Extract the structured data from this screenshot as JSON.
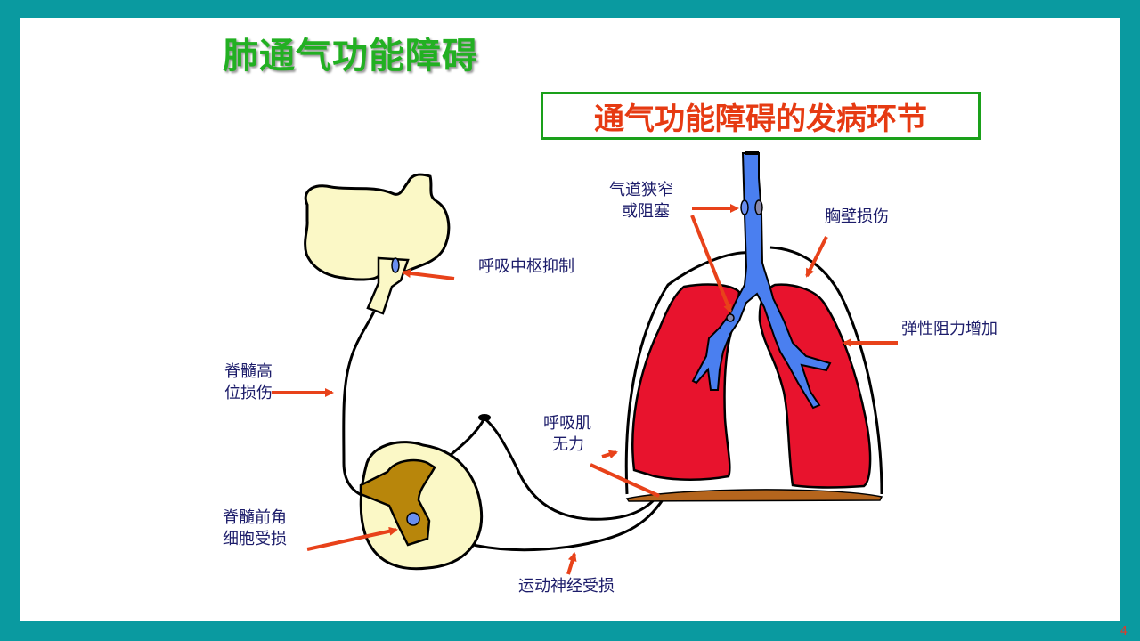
{
  "slide": {
    "title": "肺通气功能障碍",
    "boxed_title": "通气功能障碍的发病环节",
    "page_number": "4"
  },
  "labels": {
    "respiratory_center": "呼吸中枢抑制",
    "spinal_cord_high_1": "脊髓高",
    "spinal_cord_high_2": "位损伤",
    "anterior_horn_1": "脊髓前角",
    "anterior_horn_2": "细胞受损",
    "motor_nerve": "运动神经受损",
    "resp_muscle_1": "呼吸肌",
    "resp_muscle_2": "无力",
    "airway_1": "气道狭窄",
    "airway_2": "或阻塞",
    "chest_wall": "胸壁损伤",
    "elastic_resistance": "弹性阻力增加"
  },
  "colors": {
    "background": "#0a9aa0",
    "title_green": "#22b022",
    "box_title_red": "#e63a12",
    "arrow_red": "#e8421a",
    "lung_red": "#e8132d",
    "airway_blue": "#4a7ff0",
    "brain_yellow": "#fbf8c6",
    "spinal_gray": "#b8860b",
    "diaphragm": "#b5651d",
    "label_navy": "#1c1c6a"
  },
  "icons": [
    "brain-icon",
    "spinal-cord-section-icon",
    "lungs-icon",
    "trachea-icon",
    "arrow-icon"
  ]
}
